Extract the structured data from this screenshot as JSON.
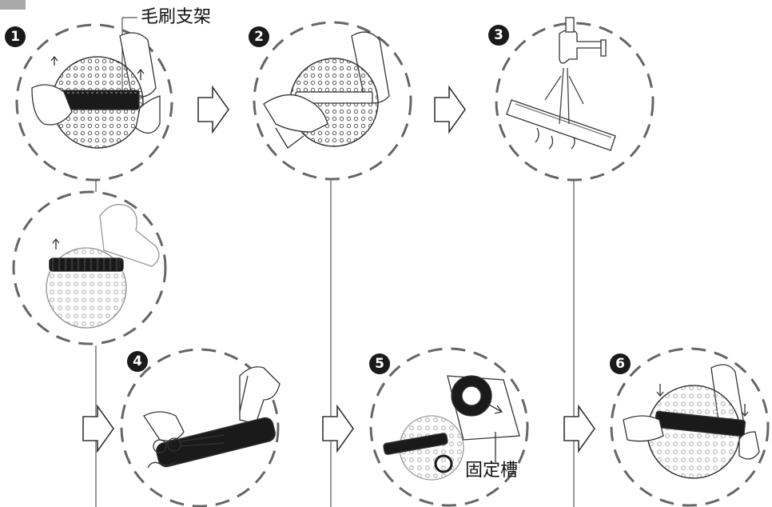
{
  "labels": {
    "brush_holder": "毛刷支架",
    "fixing_slot": "固定槽"
  },
  "steps": [
    "1",
    "2",
    "3",
    "4",
    "5",
    "6"
  ],
  "colors": {
    "line": "#555555",
    "dark": "#1a1a1a",
    "light_gray": "#bdbdbd",
    "tab": "#a9a9a9"
  }
}
